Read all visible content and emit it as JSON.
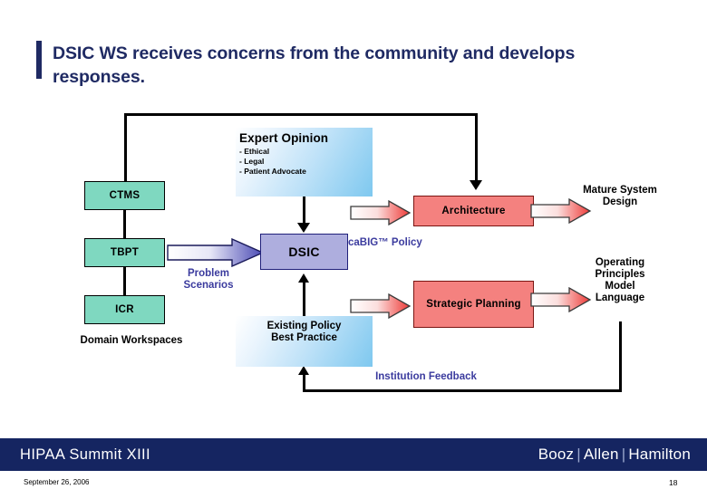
{
  "slide": {
    "title": "DSIC WS receives concerns from the community and develops responses.",
    "accent_color": "#1f2a63"
  },
  "diagram": {
    "expert_opinion": {
      "title": "Expert Opinion",
      "bullets": [
        "- Ethical",
        "- Legal",
        "- Patient Advocate"
      ]
    },
    "domain_workspaces": {
      "group_label": "Domain Workspaces",
      "items": [
        {
          "label": "CTMS"
        },
        {
          "label": "TBPT"
        },
        {
          "label": "ICR"
        }
      ],
      "fill_color": "#7fd8c0"
    },
    "center_node": {
      "label": "DSIC",
      "fill_color": "#aeaede",
      "border_color": "#20207a"
    },
    "existing_policy": {
      "line1": "Existing Policy",
      "line2": "Best Practice"
    },
    "outputs": [
      {
        "label": "Architecture",
        "fill_color": "#f4817f"
      },
      {
        "label": "Strategic Planning",
        "fill_color": "#f4817f"
      }
    ],
    "right_labels": [
      {
        "lines": [
          "Mature System",
          "Design"
        ]
      },
      {
        "lines": [
          "Operating",
          "Principles",
          "Model",
          "Language"
        ]
      }
    ],
    "flow_labels": {
      "problem_scenarios_line1": "Problem",
      "problem_scenarios_line2": "Scenarios",
      "cabig_policy": "caBIG™ Policy",
      "institution_feedback": "Institution Feedback",
      "label_color": "#3b3b9e"
    }
  },
  "footer": {
    "title": "HIPAA Summit XIII",
    "logo_part1": "Booz",
    "logo_part2": "Allen",
    "logo_part3": "Hamilton",
    "date": "September 26, 2006",
    "page_number": "18",
    "band_color": "#152561"
  }
}
